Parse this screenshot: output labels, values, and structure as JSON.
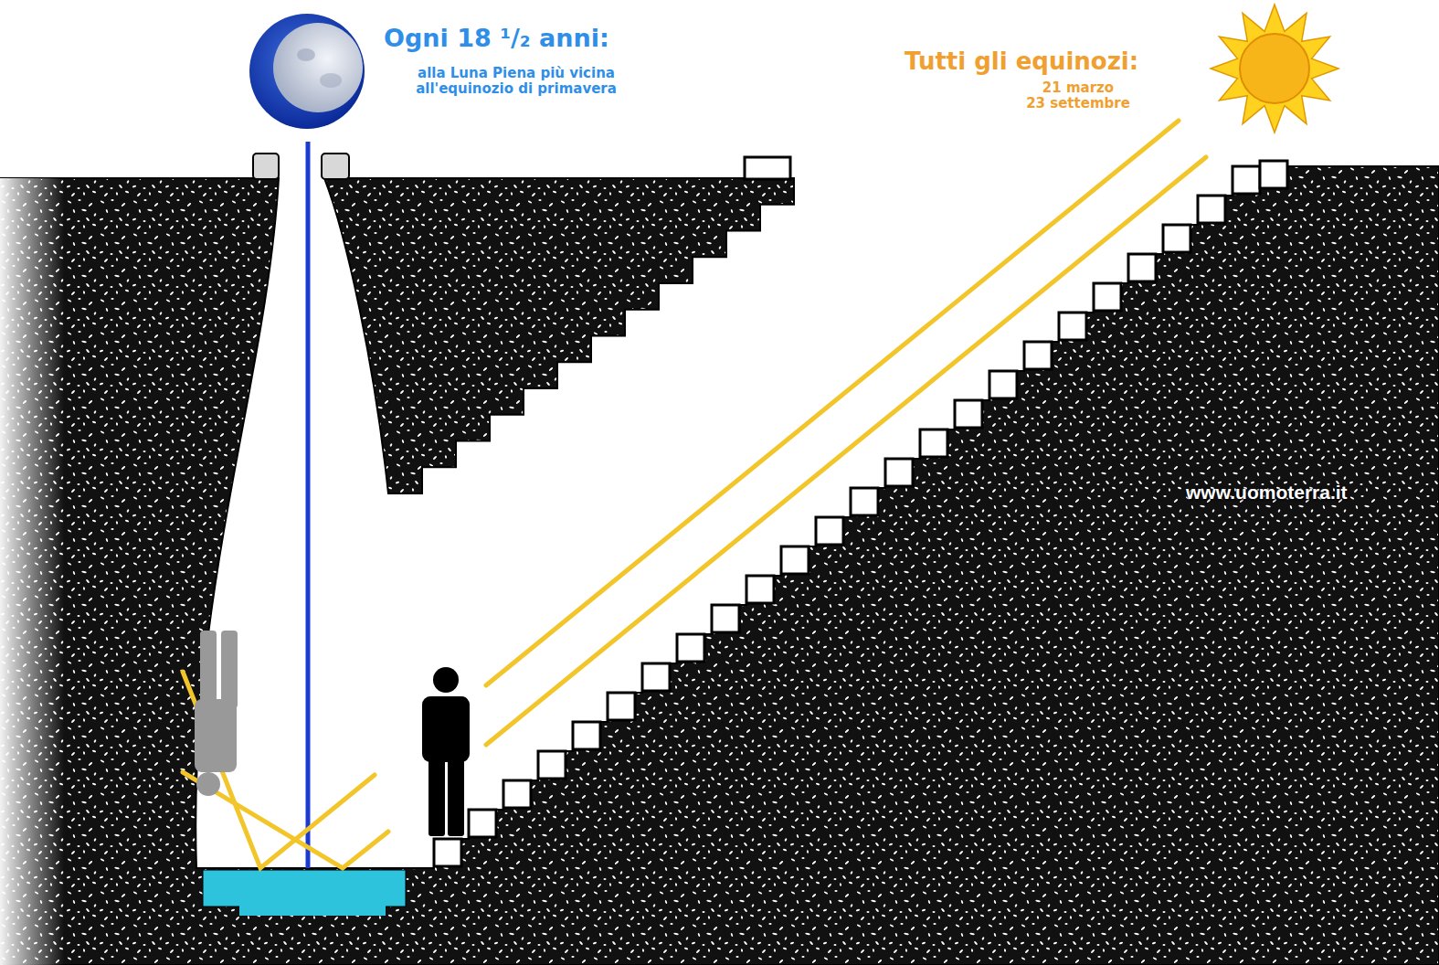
{
  "diagram": {
    "labels": [
      "Ogni 18 ¹/₂ anni:",
      "alla Luna Piena più vicina all'equinozio di primavera",
      "Tutti gli equinozi:",
      "21 marzo",
      "23 settembre",
      "www.uomoterra.it"
    ]
  }
}
